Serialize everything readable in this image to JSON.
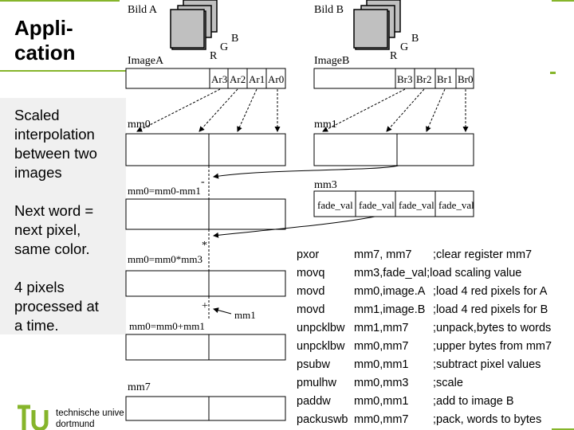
{
  "title": "Appli-\ncation",
  "sidebar": {
    "text1": "Scaled\ninterpolation\nbetween two\nimages",
    "text2": "Next word =\nnext pixel,\nsame color.",
    "text3": "4 pixels\nprocessed at\na time."
  },
  "logo": {
    "line1": "technische unive",
    "line2": "dortmund"
  },
  "colors": {
    "accent": "#86b52b",
    "sidebar_bg": "#f0f0f0",
    "image_gray": "#c0c0c0"
  },
  "diagram": {
    "bild_a": "Bild A",
    "bild_b": "Bild B",
    "image_a": "ImageA",
    "image_b": "ImageB",
    "r": "R",
    "g": "G",
    "b": "B",
    "ar": [
      "Ar3",
      "Ar2",
      "Ar1",
      "Ar0"
    ],
    "br": [
      "Br3",
      "Br2",
      "Br1",
      "Br0"
    ],
    "mm0": "mm0",
    "mm1": "mm1",
    "mm3": "mm3",
    "mm7": "mm7",
    "sub_label": "mm0=mm0-mm1",
    "mul_label": "mm0=mm0*mm3",
    "add_label": "mm0=mm0+mm1",
    "minus": "-",
    "star": "*",
    "plus": "+",
    "fade": [
      "fade_val",
      "fade_val",
      "fade_val",
      "fade_val"
    ]
  },
  "code": [
    {
      "op": "pxor",
      "args": "mm7, mm7",
      "comment": ";clear register mm7"
    },
    {
      "op": "movq",
      "args": "mm3,fade_val;load scaling value",
      "comment": ""
    },
    {
      "op": "movd",
      "args": "mm0,image.A",
      "comment": ";load 4 red pixels for A"
    },
    {
      "op": "movd",
      "args": "mm1,image.B",
      "comment": ";load 4 red pixels for B"
    },
    {
      "op": "unpcklbw",
      "args": "mm1,mm7",
      "comment": ";unpack,bytes to words"
    },
    {
      "op": "unpcklbw",
      "args": "mm0,mm7",
      "comment": ";upper bytes from mm7"
    },
    {
      "op": "psubw",
      "args": "mm0,mm1",
      "comment": ";subtract pixel values"
    },
    {
      "op": "pmulhw",
      "args": "mm0,mm3",
      "comment": ";scale"
    },
    {
      "op": "paddw",
      "args": "mm0,mm1",
      "comment": ";add to image B"
    },
    {
      "op": "packuswb",
      "args": "mm0,mm7",
      "comment": ";pack, words to bytes"
    }
  ]
}
